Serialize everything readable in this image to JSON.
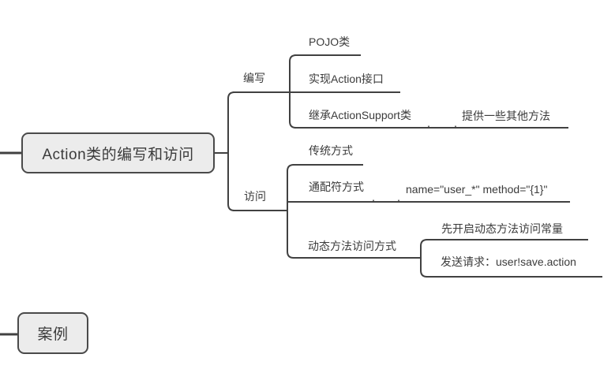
{
  "colors": {
    "line": "#414141",
    "node_fill": "#ececec",
    "node_border": "#4a4a4a",
    "text": "#3b3b3b",
    "background": "#ffffff"
  },
  "tree": {
    "root": {
      "label": "Action类的编写和访问"
    },
    "branches": [
      {
        "label": "编写",
        "children": [
          {
            "label": "POJO类"
          },
          {
            "label": "实现Action接口"
          },
          {
            "label": "继承ActionSupport类",
            "children": [
              {
                "label": "提供一些其他方法"
              }
            ]
          }
        ]
      },
      {
        "label": "访问",
        "children": [
          {
            "label": "传统方式"
          },
          {
            "label": "通配符方式",
            "children": [
              {
                "label": "name=\"user_*\" method=\"{1}\""
              }
            ]
          },
          {
            "label": "动态方法访问方式",
            "children": [
              {
                "label": "先开启动态方法访问常量"
              },
              {
                "label": "发送请求：user!save.action"
              }
            ]
          }
        ]
      }
    ],
    "floating_root": {
      "label": "案例"
    }
  }
}
